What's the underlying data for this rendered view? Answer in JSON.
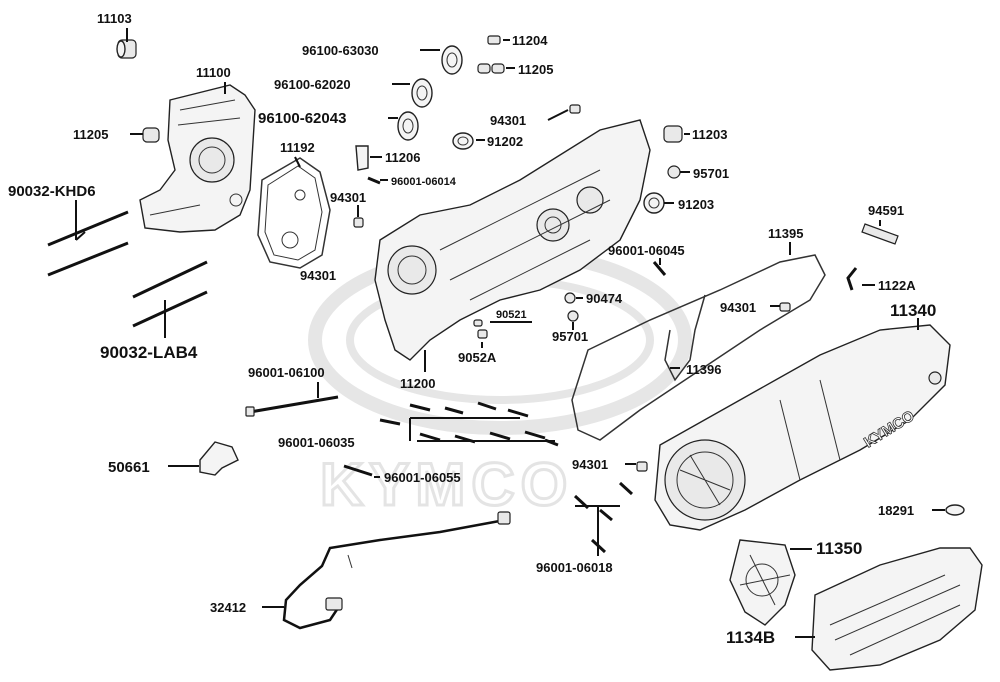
{
  "diagram": {
    "watermark_text": "KYMCO",
    "cover_logo_text": "KYMCO",
    "part_labels": {
      "p11103": "11103",
      "p11100": "11100",
      "p11205a": "11205",
      "p11192": "11192",
      "p90032_khd6": "90032-KHD6",
      "p96100_63030": "96100-63030",
      "p96100_62020": "96100-62020",
      "p96100_62043": "96100-62043",
      "p11204": "11204",
      "p11205b": "11205",
      "p94301_a": "94301",
      "p91202": "91202",
      "p11206": "11206",
      "p96001_06014": "96001-06014",
      "p94301_b": "94301",
      "p11203": "11203",
      "p95701_a": "95701",
      "p91203": "91203",
      "p94591": "94591",
      "p11395": "11395",
      "p96001_06045": "96001-06045",
      "p94301_c": "94301",
      "p1122a": "1122A",
      "p90474": "90474",
      "p90521": "90521",
      "p94301_d": "94301",
      "p11340": "11340",
      "p95701_b": "95701",
      "p9052a": "9052A",
      "p90032_lab4": "90032-LAB4",
      "p11396": "11396",
      "p11200": "11200",
      "p96001_06100": "96001-06100",
      "p96001_06035": "96001-06035",
      "p94301_e": "94301",
      "p50661": "50661",
      "p96001_06055": "96001-06055",
      "p18291": "18291",
      "p11350": "11350",
      "p96001_06018": "96001-06018",
      "p32412": "32412",
      "p1134b": "1134B"
    }
  }
}
